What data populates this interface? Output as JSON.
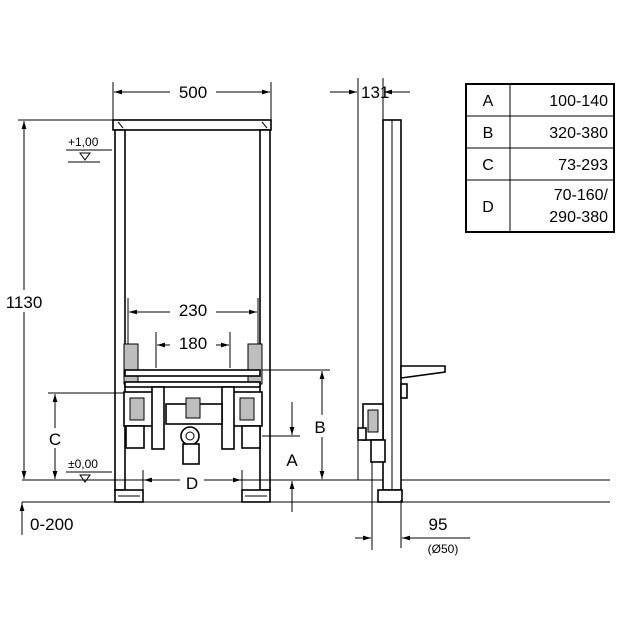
{
  "dimensions": {
    "width": "500",
    "height": "1130",
    "spacing_outer": "230",
    "spacing_inner": "180",
    "depth": "131",
    "pipe_offset": "95",
    "pipe_diameter": "(Ø50)",
    "floor_range": "0-200",
    "level_top": "+1,00",
    "level_zero": "±0,00"
  },
  "labels": {
    "a": "A",
    "b": "B",
    "c": "C",
    "d": "D"
  },
  "table": {
    "rows": [
      {
        "key": "A",
        "value": "100-140"
      },
      {
        "key": "B",
        "value": "320-380"
      },
      {
        "key": "C",
        "value": "73-293"
      },
      {
        "key": "D",
        "value_line1": "70-160/",
        "value_line2": "290-380"
      }
    ]
  }
}
